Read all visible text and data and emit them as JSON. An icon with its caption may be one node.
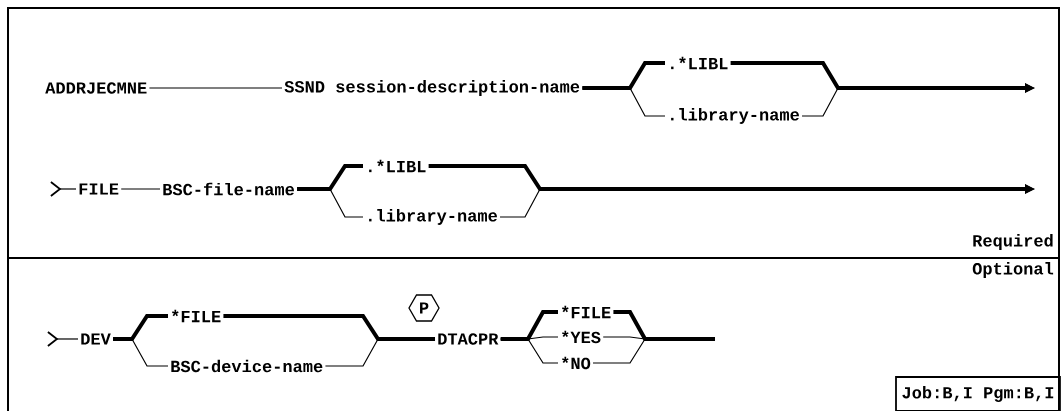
{
  "diagram": {
    "nodes": [
      {
        "text": [
          "ADDRJECMNE"
        ]
      },
      {
        "text": [
          "SSND session-description-name"
        ]
      },
      {
        "text": [
          ".*LIBL"
        ]
      },
      {
        "text": [
          ".library-name"
        ]
      },
      {
        "text": [
          "FILE"
        ]
      },
      {
        "text": [
          "BSC-file-name"
        ]
      },
      {
        "text": [
          ".*LIBL"
        ]
      },
      {
        "text": [
          ".library-name"
        ]
      },
      {
        "text": [
          "DEV"
        ]
      },
      {
        "text": [
          "*FILE"
        ]
      },
      {
        "text": [
          "BSC-device-name"
        ]
      },
      {
        "text": [
          "P"
        ]
      },
      {
        "text": [
          "DTACPR"
        ]
      },
      {
        "text": [
          "*FILE"
        ]
      },
      {
        "text": [
          "*YES"
        ]
      },
      {
        "text": [
          "*NO"
        ]
      },
      {
        "text": [
          "Job:B,I Pgm:B,I"
        ]
      }
    ],
    "edges": [
      {
        "from": 0,
        "to": 1,
        "arrow": "none"
      },
      {
        "from": 1,
        "to": 2,
        "arrow": "none",
        "style": "thick"
      },
      {
        "from": 1,
        "to": 3,
        "arrow": "none"
      },
      {
        "from": 2,
        "to": null,
        "arrow": "to",
        "style": "thick"
      },
      {
        "from": 3,
        "to": null,
        "arrow": "to"
      },
      {
        "from": null,
        "to": 4,
        "arrow": "other"
      },
      {
        "from": 4,
        "to": 5,
        "arrow": "none"
      },
      {
        "from": 5,
        "to": 6,
        "arrow": "none",
        "style": "thick"
      },
      {
        "from": 5,
        "to": 7,
        "arrow": "none"
      },
      {
        "from": 6,
        "to": null,
        "arrow": "to",
        "style": "thick"
      },
      {
        "from": 7,
        "to": null,
        "arrow": "to"
      },
      {
        "from": null,
        "to": 8,
        "arrow": "other"
      },
      {
        "from": 8,
        "to": 9,
        "arrow": "none",
        "style": "thick"
      },
      {
        "from": 8,
        "to": 10,
        "arrow": "none"
      },
      {
        "from": 9,
        "to": 12,
        "arrow": "none",
        "style": "thick"
      },
      {
        "from": 10,
        "to": 12,
        "arrow": "none"
      },
      {
        "from": 12,
        "to": 13,
        "arrow": "none",
        "style": "thick"
      },
      {
        "from": 12,
        "to": 14,
        "arrow": "none"
      },
      {
        "from": 12,
        "to": 15,
        "arrow": "none"
      },
      {
        "from": 13,
        "to": null,
        "arrow": "none",
        "style": "thick"
      },
      {
        "from": 14,
        "to": null,
        "arrow": "none"
      },
      {
        "from": 15,
        "to": null,
        "arrow": "none"
      }
    ],
    "labels": [
      "Required",
      "Optional"
    ]
  }
}
